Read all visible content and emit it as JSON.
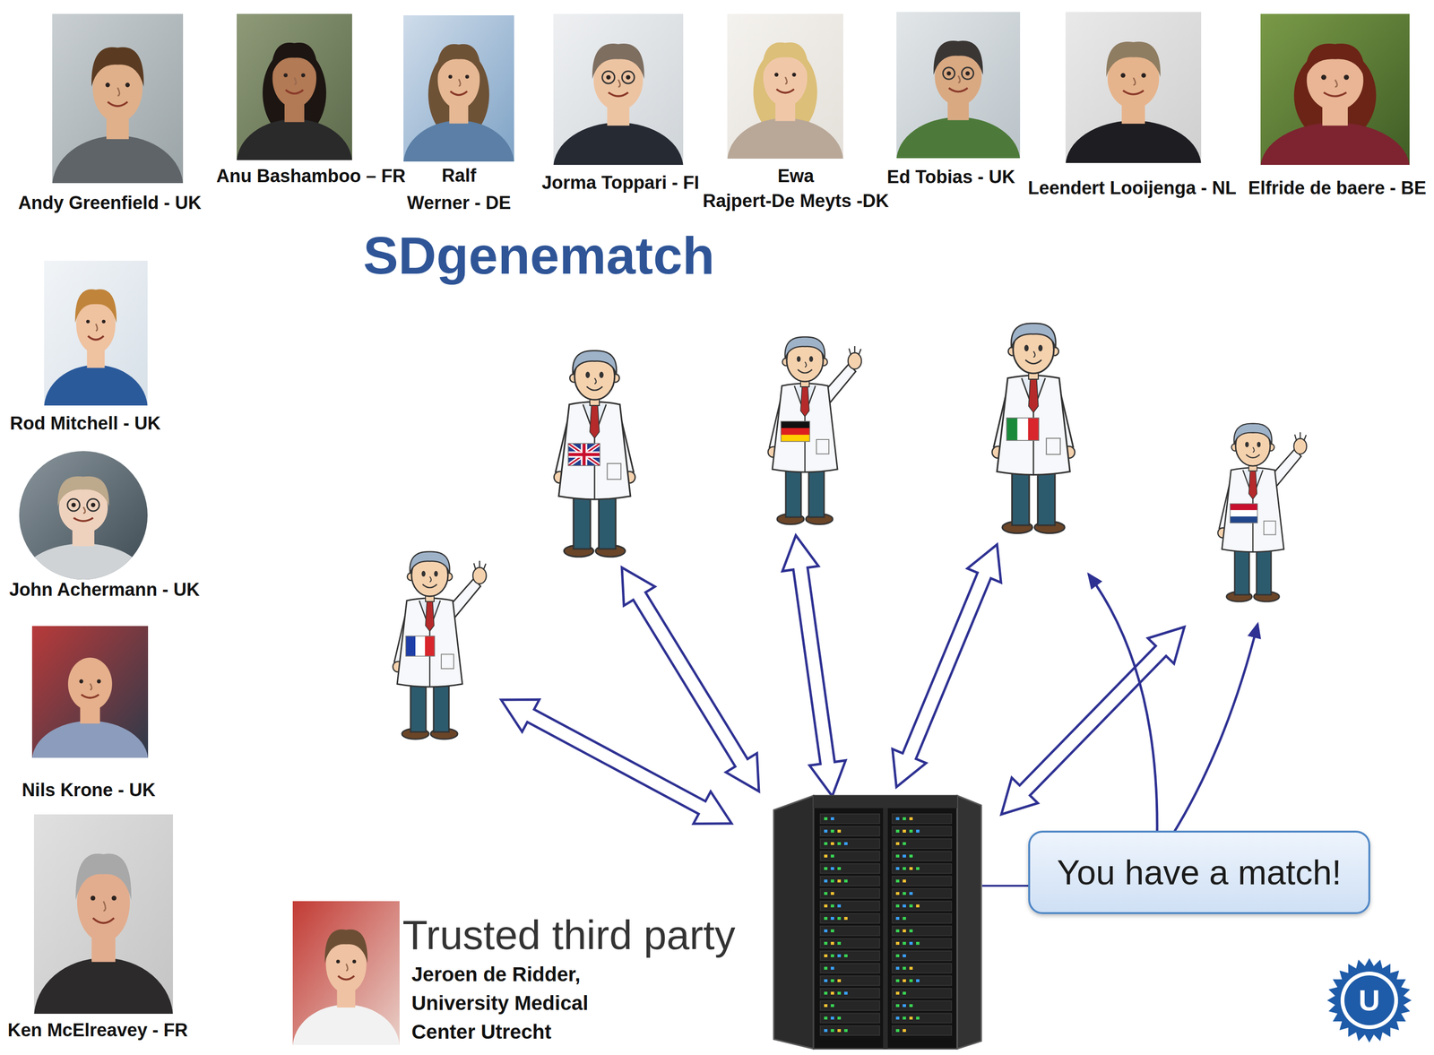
{
  "diagram": {
    "title": "SDgenematch",
    "nodes": [
      {
        "text": [
          "You have a match!"
        ]
      }
    ],
    "labels": [
      "Andy Greenfield - UK",
      "Anu Bashamboo – FR",
      "Ralf Werner - DE",
      "Jorma Toppari - FI",
      "Ewa Rajpert-De Meyts -DK",
      "Ed Tobias - UK",
      "Leendert Looijenga - NL",
      "Elfride de baere - BE",
      "Rod Mitchell - UK",
      "John Achermann - UK",
      "Nils Krone - UK",
      "Ken McElreavey - FR",
      "Trusted third party",
      "Jeroen de Ridder, University Medical Center Utrecht",
      "U"
    ]
  }
}
